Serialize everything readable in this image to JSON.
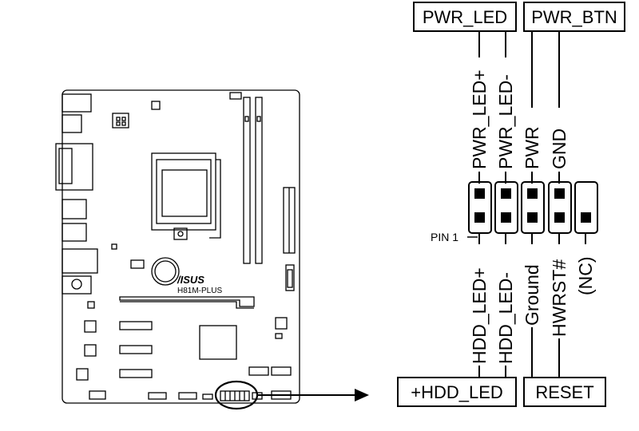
{
  "board": {
    "brand_logo": "/ISUS",
    "model": "H81M-PLUS"
  },
  "header_boxes": {
    "pwr_led": "PWR_LED",
    "pwr_btn": "PWR_BTN",
    "hdd_led": "+HDD_LED",
    "reset": "RESET"
  },
  "pins": {
    "top": [
      "PWR_LED+",
      "PWR_LED-",
      "PWR",
      "GND"
    ],
    "bottom": [
      "HDD_LED+",
      "HDD_LED-",
      "Ground",
      "HWRST#",
      "(NC)"
    ],
    "pin1_label": "PIN 1"
  }
}
